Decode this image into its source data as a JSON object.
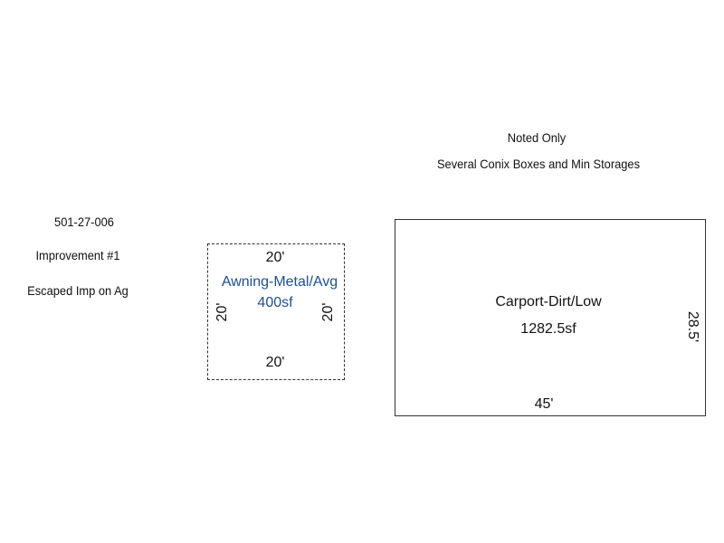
{
  "parcel": {
    "id": "501-27-006",
    "improvement": "Improvement #1",
    "note": "Escaped Imp on Ag"
  },
  "notes": {
    "line1": "Noted Only",
    "line2": "Several Conix Boxes and Min Storages"
  },
  "awning": {
    "label": "Awning-Metal/Avg",
    "area": "400sf",
    "top_dim": "20'",
    "bottom_dim": "20'",
    "left_dim": "20'",
    "right_dim": "20'",
    "label_color": "#1f4f8c"
  },
  "carport": {
    "label": "Carport-Dirt/Low",
    "area": "1282.5sf",
    "bottom_dim": "45'",
    "right_dim": "28.5'"
  }
}
